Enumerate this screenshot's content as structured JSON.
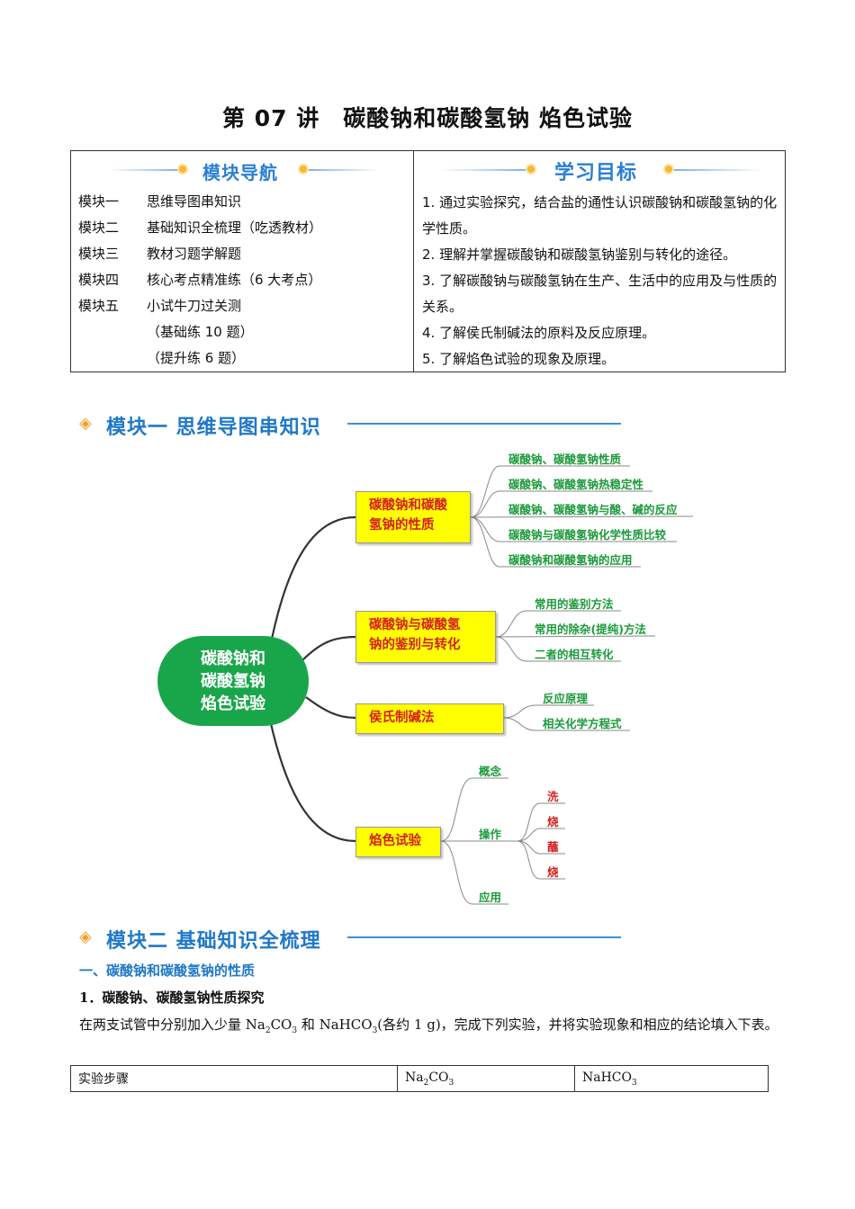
{
  "title": "第 07 讲　碳酸钠和碳酸氢钠 焰色试验",
  "nav": {
    "header": "模块导航",
    "items": [
      {
        "key": "模块一",
        "text": "思维导图串知识"
      },
      {
        "key": "模块二",
        "text": "基础知识全梳理（吃透教材）"
      },
      {
        "key": "模块三",
        "text": "教材习题学解题"
      },
      {
        "key": "模块四",
        "text": "核心考点精准练（6 大考点）"
      },
      {
        "key": "模块五",
        "text": "小试牛刀过关测"
      },
      {
        "key": "",
        "text": "（基础练 10 题）"
      },
      {
        "key": "",
        "text": "（提升练 6 题）"
      }
    ]
  },
  "goals": {
    "header": "学习目标",
    "items": [
      "1. 通过实验探究，结合盐的通性认识碳酸钠和碳酸氢钠的化学性质。",
      "2. 理解并掌握碳酸钠和碳酸氢钠鉴别与转化的途径。",
      "3. 了解碳酸钠与碳酸氢钠在生产、生活中的应用及与性质的关系。",
      "4. 了解侯氏制碱法的原料及反应原理。",
      "5. 了解焰色试验的现象及原理。"
    ]
  },
  "section1": {
    "title": "模块一 思维导图串知识"
  },
  "mindmap": {
    "center": [
      "碳酸钠和",
      "碳酸氢钠",
      "焰色试验"
    ],
    "branches": [
      {
        "label": [
          "碳酸钠和碳酸",
          "氢钠的性质"
        ],
        "leaves": [
          "碳酸钠、碳酸氢钠性质",
          "碳酸钠、碳酸氢钠热稳定性",
          "碳酸钠、碳酸氢钠与酸、碱的反应",
          "碳酸钠与碳酸氢钠化学性质比较",
          "碳酸钠和碳酸氢钠的应用"
        ]
      },
      {
        "label": [
          "碳酸钠与碳酸氢",
          "钠的鉴别与转化"
        ],
        "leaves": [
          "常用的鉴别方法",
          "常用的除杂(提纯)方法",
          "二者的相互转化"
        ]
      },
      {
        "label": [
          "侯氏制碱法"
        ],
        "leaves": [
          "反应原理",
          "相关化学方程式"
        ]
      },
      {
        "label": [
          "焰色试验"
        ],
        "leaves": [
          "概念",
          "操作",
          "应用"
        ],
        "steps": [
          "洗",
          "烧",
          "蘸",
          "烧"
        ]
      }
    ]
  },
  "section2": {
    "title": "模块二 基础知识全梳理"
  },
  "h2": "一、碳酸钠和碳酸氢钠的性质",
  "h3": "1．碳酸钠、碳酸氢钠性质探究",
  "para": {
    "p1": "在两支试管中分别加入少量 Na",
    "sub1": "2",
    "p2": "CO",
    "sub2": "3",
    "p3": " 和 NaHCO",
    "sub3": "3",
    "p4": "(各约 1 g)，完成下列实验，并将实验现象和相应的结论填入下表。"
  },
  "table": {
    "c1": "实验步骤",
    "c2a": "Na",
    "c2s1": "2",
    "c2b": "CO",
    "c2s2": "3",
    "c3a": "NaHCO",
    "c3s": "3"
  }
}
